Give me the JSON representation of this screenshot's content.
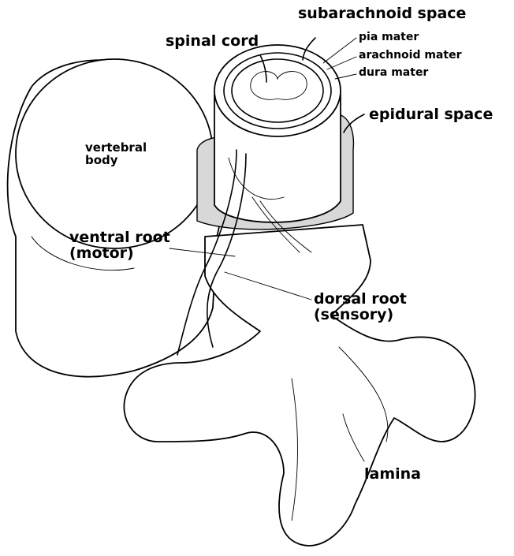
{
  "labels": {
    "subarachnoid_space": "subarachnoid space",
    "spinal_cord": "spinal cord",
    "pia_mater": "pia mater",
    "arachnoid_mater": "arachnoid mater",
    "dura_mater": "dura mater",
    "epidural_space": "epidural space",
    "vertebral_body": "vertebral\nbody",
    "ventral_root": "ventral root\n(motor)",
    "dorsal_root": "dorsal root\n(sensory)",
    "lamina": "lamina"
  },
  "colors": {
    "line": "#000000",
    "shade": "#d8d8d8",
    "background": "#ffffff"
  }
}
